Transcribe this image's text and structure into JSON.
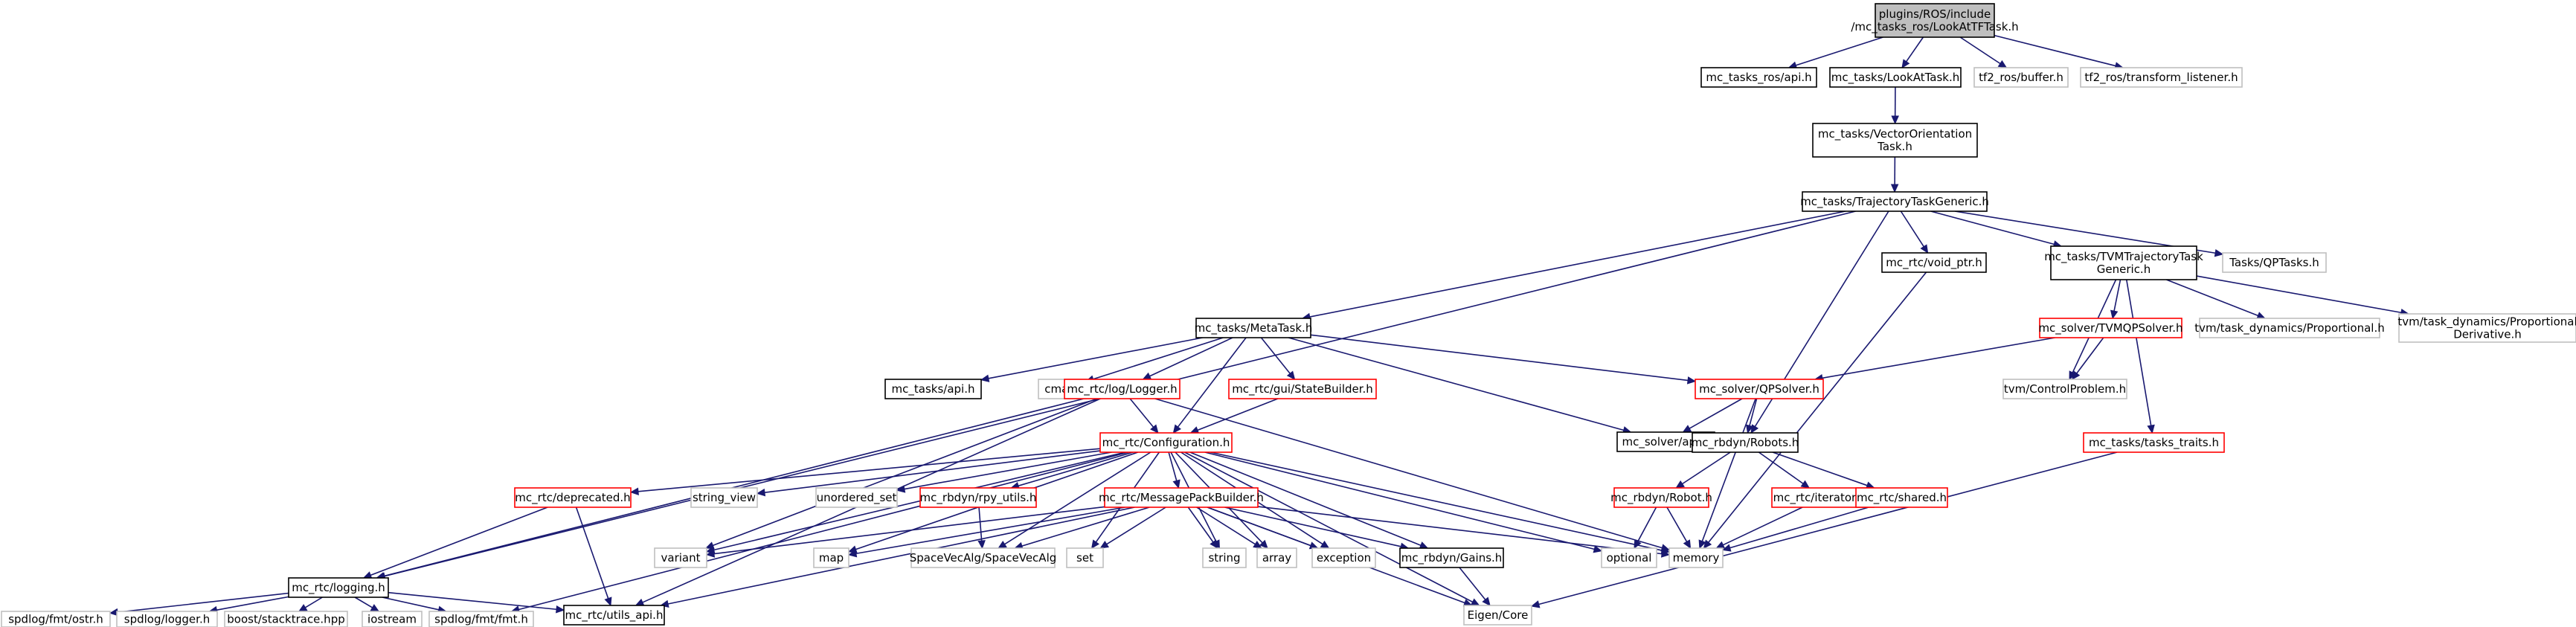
{
  "diagram": {
    "nodes": [
      {
        "id": "n0",
        "label": [
          "plugins/ROS/include",
          "/mc_tasks_ros/LookAtTFTask.h"
        ],
        "style": "main"
      },
      {
        "id": "n1",
        "label": [
          "mc_tasks_ros/api.h"
        ],
        "style": "doc"
      },
      {
        "id": "n2",
        "label": [
          "mc_tasks/LookAtTask.h"
        ],
        "style": "doc"
      },
      {
        "id": "n3",
        "label": [
          "tf2_ros/buffer.h"
        ],
        "style": "ext"
      },
      {
        "id": "n4",
        "label": [
          "tf2_ros/transform_listener.h"
        ],
        "style": "ext"
      },
      {
        "id": "n5",
        "label": [
          "mc_tasks/VectorOrientation",
          "Task.h"
        ],
        "style": "doc"
      },
      {
        "id": "n6",
        "label": [
          "mc_tasks/TrajectoryTaskGeneric.h"
        ],
        "style": "doc"
      },
      {
        "id": "n7",
        "label": [
          "mc_rtc/logging.h"
        ],
        "style": "doc"
      },
      {
        "id": "n8",
        "label": [
          "mc_tasks/MetaTask.h"
        ],
        "style": "doc"
      },
      {
        "id": "n9",
        "label": [
          "mc_rtc/void_ptr.h"
        ],
        "style": "doc"
      },
      {
        "id": "n10",
        "label": [
          "mc_tasks/TVMTrajectoryTask",
          "Generic.h"
        ],
        "style": "doc"
      },
      {
        "id": "n11",
        "label": [
          "Tasks/QPTasks.h"
        ],
        "style": "ext"
      },
      {
        "id": "n12",
        "label": [
          "mc_tasks/api.h"
        ],
        "style": "doc"
      },
      {
        "id": "n13",
        "label": [
          "cmath"
        ],
        "style": "ext"
      },
      {
        "id": "n14",
        "label": [
          "mc_rtc/log/Logger.h"
        ],
        "style": "red"
      },
      {
        "id": "n15",
        "label": [
          "mc_rtc/gui/StateBuilder.h"
        ],
        "style": "red"
      },
      {
        "id": "n16",
        "label": [
          "mc_solver/QPSolver.h"
        ],
        "style": "red"
      },
      {
        "id": "n17",
        "label": [
          "mc_solver/TVMQPSolver.h"
        ],
        "style": "red"
      },
      {
        "id": "n18",
        "label": [
          "tvm/ControlProblem.h"
        ],
        "style": "ext"
      },
      {
        "id": "n19",
        "label": [
          "tvm/task_dynamics/Proportional.h"
        ],
        "style": "ext"
      },
      {
        "id": "n20",
        "label": [
          "tvm/task_dynamics/Proportional",
          "Derivative.h"
        ],
        "style": "ext"
      },
      {
        "id": "n21",
        "label": [
          "mc_rtc/Configuration.h"
        ],
        "style": "red"
      },
      {
        "id": "n22",
        "label": [
          "mc_solver/api.h"
        ],
        "style": "doc"
      },
      {
        "id": "n23",
        "label": [
          "mc_rbdyn/Robots.h"
        ],
        "style": "doc"
      },
      {
        "id": "n24",
        "label": [
          "mc_tasks/tasks_traits.h"
        ],
        "style": "red"
      },
      {
        "id": "n25",
        "label": [
          "mc_rtc/deprecated.h"
        ],
        "style": "red"
      },
      {
        "id": "n26",
        "label": [
          "string_view"
        ],
        "style": "ext"
      },
      {
        "id": "n27",
        "label": [
          "unordered_set"
        ],
        "style": "ext"
      },
      {
        "id": "n28",
        "label": [
          "mc_rbdyn/rpy_utils.h"
        ],
        "style": "red"
      },
      {
        "id": "n29",
        "label": [
          "mc_rtc/MessagePackBuilder.h"
        ],
        "style": "red"
      },
      {
        "id": "n30",
        "label": [
          "mc_rbdyn/Robot.h"
        ],
        "style": "red"
      },
      {
        "id": "n31",
        "label": [
          "mc_rtc/iterators.h"
        ],
        "style": "red"
      },
      {
        "id": "n32",
        "label": [
          "mc_rtc/shared.h"
        ],
        "style": "red"
      },
      {
        "id": "n33",
        "label": [
          "variant"
        ],
        "style": "ext"
      },
      {
        "id": "n34",
        "label": [
          "map"
        ],
        "style": "ext"
      },
      {
        "id": "n35",
        "label": [
          "SpaceVecAlg/SpaceVecAlg"
        ],
        "style": "ext"
      },
      {
        "id": "n36",
        "label": [
          "set"
        ],
        "style": "ext"
      },
      {
        "id": "n37",
        "label": [
          "string"
        ],
        "style": "ext"
      },
      {
        "id": "n38",
        "label": [
          "array"
        ],
        "style": "ext"
      },
      {
        "id": "n39",
        "label": [
          "exception"
        ],
        "style": "ext"
      },
      {
        "id": "n40",
        "label": [
          "mc_rbdyn/Gains.h"
        ],
        "style": "doc"
      },
      {
        "id": "n41",
        "label": [
          "optional"
        ],
        "style": "ext"
      },
      {
        "id": "n42",
        "label": [
          "memory"
        ],
        "style": "ext"
      },
      {
        "id": "n43",
        "label": [
          "spdlog/fmt/ostr.h"
        ],
        "style": "ext"
      },
      {
        "id": "n44",
        "label": [
          "spdlog/logger.h"
        ],
        "style": "ext"
      },
      {
        "id": "n45",
        "label": [
          "boost/stacktrace.hpp"
        ],
        "style": "ext"
      },
      {
        "id": "n46",
        "label": [
          "iostream"
        ],
        "style": "ext"
      },
      {
        "id": "n47",
        "label": [
          "spdlog/fmt/fmt.h"
        ],
        "style": "ext"
      },
      {
        "id": "n48",
        "label": [
          "mc_rtc/utils_api.h"
        ],
        "style": "doc"
      },
      {
        "id": "n49",
        "label": [
          "Eigen/Core"
        ],
        "style": "ext"
      }
    ],
    "edges": [
      [
        "n0",
        "n1"
      ],
      [
        "n0",
        "n2"
      ],
      [
        "n0",
        "n3"
      ],
      [
        "n0",
        "n4"
      ],
      [
        "n2",
        "n5"
      ],
      [
        "n5",
        "n6"
      ],
      [
        "n6",
        "n7"
      ],
      [
        "n6",
        "n8"
      ],
      [
        "n6",
        "n9"
      ],
      [
        "n6",
        "n10"
      ],
      [
        "n6",
        "n11"
      ],
      [
        "n6",
        "n23"
      ],
      [
        "n8",
        "n12"
      ],
      [
        "n8",
        "n13"
      ],
      [
        "n8",
        "n14"
      ],
      [
        "n8",
        "n15"
      ],
      [
        "n8",
        "n16"
      ],
      [
        "n8",
        "n21"
      ],
      [
        "n8",
        "n22"
      ],
      [
        "n9",
        "n42"
      ],
      [
        "n10",
        "n17"
      ],
      [
        "n10",
        "n18"
      ],
      [
        "n10",
        "n19"
      ],
      [
        "n10",
        "n20"
      ],
      [
        "n10",
        "n24"
      ],
      [
        "n17",
        "n16"
      ],
      [
        "n17",
        "n18"
      ],
      [
        "n14",
        "n7"
      ],
      [
        "n14",
        "n21"
      ],
      [
        "n14",
        "n33"
      ],
      [
        "n14",
        "n42"
      ],
      [
        "n14",
        "n48"
      ],
      [
        "n15",
        "n21"
      ],
      [
        "n16",
        "n22"
      ],
      [
        "n16",
        "n23"
      ],
      [
        "n16",
        "n42"
      ],
      [
        "n21",
        "n25"
      ],
      [
        "n21",
        "n26"
      ],
      [
        "n21",
        "n27"
      ],
      [
        "n21",
        "n28"
      ],
      [
        "n21",
        "n29"
      ],
      [
        "n21",
        "n33"
      ],
      [
        "n21",
        "n34"
      ],
      [
        "n21",
        "n35"
      ],
      [
        "n21",
        "n36"
      ],
      [
        "n21",
        "n37"
      ],
      [
        "n21",
        "n38"
      ],
      [
        "n21",
        "n39"
      ],
      [
        "n21",
        "n40"
      ],
      [
        "n21",
        "n41"
      ],
      [
        "n21",
        "n42"
      ],
      [
        "n21",
        "n47"
      ],
      [
        "n21",
        "n49"
      ],
      [
        "n23",
        "n30"
      ],
      [
        "n23",
        "n31"
      ],
      [
        "n23",
        "n32"
      ],
      [
        "n25",
        "n7"
      ],
      [
        "n25",
        "n48"
      ],
      [
        "n28",
        "n35"
      ],
      [
        "n29",
        "n33"
      ],
      [
        "n29",
        "n34"
      ],
      [
        "n29",
        "n35"
      ],
      [
        "n29",
        "n36"
      ],
      [
        "n29",
        "n37"
      ],
      [
        "n29",
        "n38"
      ],
      [
        "n29",
        "n39"
      ],
      [
        "n29",
        "n40"
      ],
      [
        "n29",
        "n42"
      ],
      [
        "n29",
        "n48"
      ],
      [
        "n29",
        "n49"
      ],
      [
        "n30",
        "n41"
      ],
      [
        "n30",
        "n42"
      ],
      [
        "n31",
        "n42"
      ],
      [
        "n32",
        "n42"
      ],
      [
        "n24",
        "n49"
      ],
      [
        "n40",
        "n49"
      ],
      [
        "n7",
        "n43"
      ],
      [
        "n7",
        "n44"
      ],
      [
        "n7",
        "n45"
      ],
      [
        "n7",
        "n46"
      ],
      [
        "n7",
        "n47"
      ],
      [
        "n7",
        "n48"
      ]
    ]
  },
  "colors": {
    "main_fill": "#bfbfbf",
    "doc_border": "#000000",
    "red_border": "#ff0000",
    "ext_border": "#bfbfbf",
    "edge": "#191970"
  }
}
